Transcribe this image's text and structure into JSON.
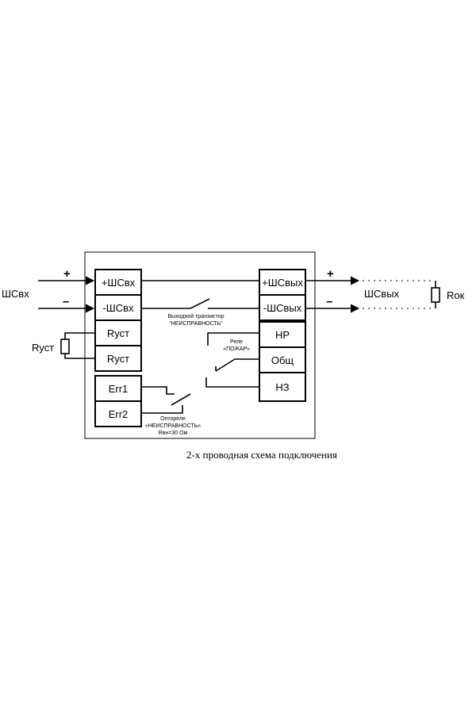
{
  "left_terminals": [
    "+ШСвх",
    "-ШСвх",
    "Rуст",
    "Rуст",
    "Err1",
    "Err2"
  ],
  "right_terminals": [
    "+ШСвых",
    "-ШСвых",
    "НР",
    "Общ",
    "НЗ"
  ],
  "external": {
    "input_line": "ШСвх",
    "output_line": "ШСвых",
    "resistor_left": "Rуст",
    "resistor_right": "Rок",
    "plus": "+",
    "minus": "–"
  },
  "annotations": {
    "transistor_line1": "Выходной транзистор",
    "transistor_line2": "\"НЕИСПРАВНОСТЬ\"",
    "relay_line1": "Реле",
    "relay_line2": "«ПОЖАР»",
    "optorelay_line1": "Оптореле",
    "optorelay_line2": "«НЕИСПРАВНОСТЬ»",
    "optorelay_line3": "Rвн=30 Ом"
  },
  "caption": "2-х проводная схема подключения"
}
